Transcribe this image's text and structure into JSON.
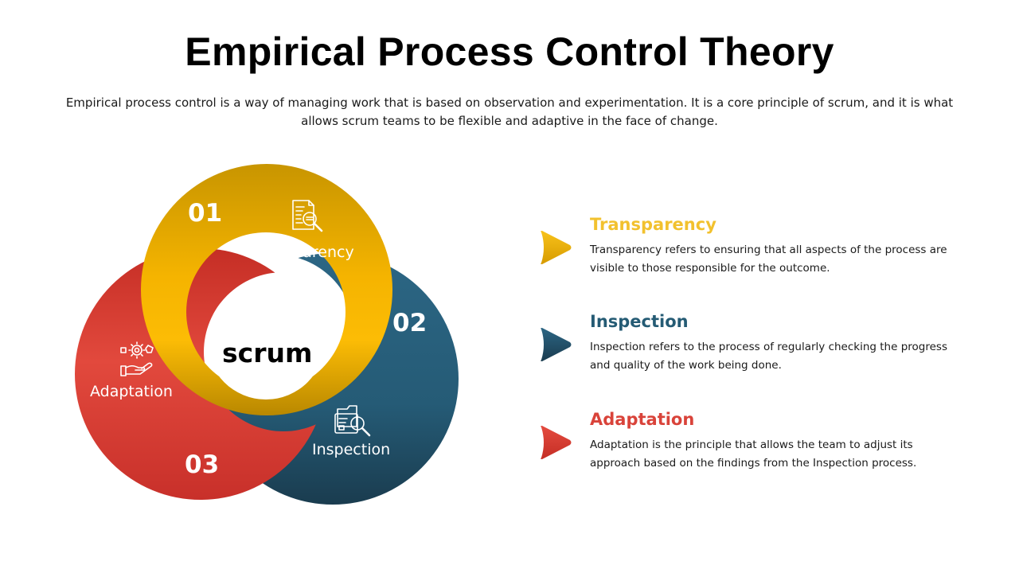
{
  "title": "Empirical Process Control Theory",
  "subtitle": "Empirical process control is a way of managing work that is based on observation and experimentation. It is a core principle of scrum, and it is what allows scrum teams to be flexible and adaptive in the face of change.",
  "diagram": {
    "center_label": "scrum",
    "rings": [
      {
        "number": "01",
        "label": "Transparency",
        "icon": "document-search-icon",
        "color": "#F5B400",
        "color_dark": "#C08A00"
      },
      {
        "number": "02",
        "label": "Inspection",
        "icon": "folder-search-icon",
        "color": "#2B607C",
        "color_dark": "#1B3F52"
      },
      {
        "number": "03",
        "label": "Adaptation",
        "icon": "hand-gears-icon",
        "color": "#E0473B",
        "color_dark": "#C52E25"
      }
    ]
  },
  "items": [
    {
      "heading": "Transparency",
      "description": "Transparency refers to ensuring that all aspects of the process are visible to those responsible for the outcome.",
      "color": "#F2C12E"
    },
    {
      "heading": "Inspection",
      "description": "Inspection refers to the process of regularly checking the progress and quality of the work being done.",
      "color": "#255B74"
    },
    {
      "heading": "Adaptation",
      "description": "Adaptation is the principle that allows the team to adjust its approach based on the findings from the Inspection process.",
      "color": "#D9433A"
    }
  ]
}
